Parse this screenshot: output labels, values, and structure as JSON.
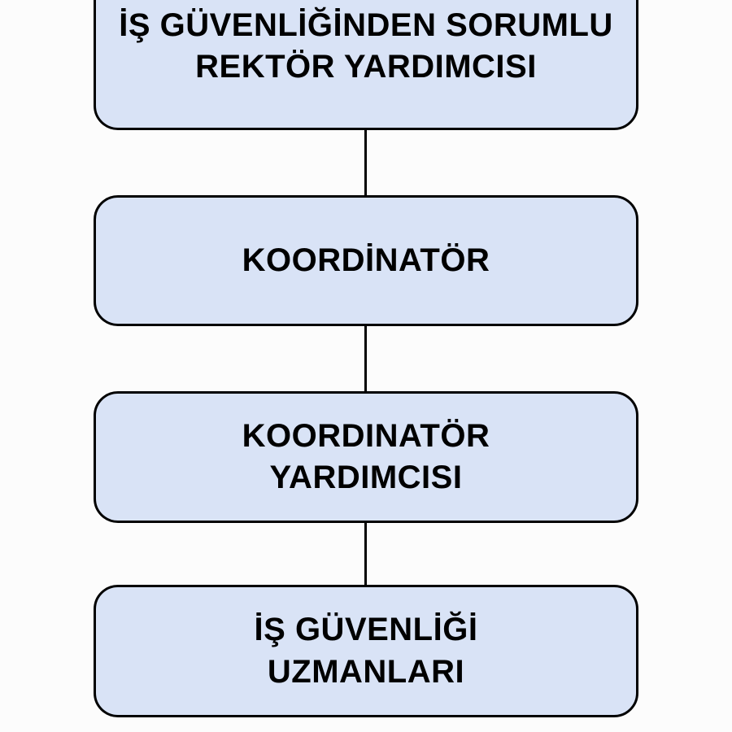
{
  "diagram": {
    "type": "org-chart",
    "direction": "top-down",
    "colors": {
      "background": "#fcfcfc",
      "node_fill": "#d9e3f6",
      "node_border": "#000000",
      "node_text": "#000000",
      "connector": "#000000"
    },
    "nodes": [
      {
        "id": "rektor-yardimcisi",
        "label": "İŞ GÜVENLİĞİNDEN SORUMLU REKTÖR YARDIMCISI",
        "lines": [
          "İŞ GÜVENLİĞİNDEN SORUMLU",
          "REKTÖR YARDIMCISI"
        ]
      },
      {
        "id": "koordinator",
        "label": "KOORDİNATÖR",
        "lines": [
          "KOORDİNATÖR"
        ]
      },
      {
        "id": "koordinator-yardimcisi",
        "label": "KOORDINATÖR YARDIMCISI",
        "lines": [
          "KOORDINATÖR",
          "YARDIMCISI"
        ]
      },
      {
        "id": "is-guvenligi-uzmanlari",
        "label": "İŞ GÜVENLİĞİ UZMANLARI",
        "lines": [
          "İŞ GÜVENLİĞİ",
          "UZMANLARI"
        ]
      }
    ],
    "edges": [
      {
        "from": "rektor-yardimcisi",
        "to": "koordinator"
      },
      {
        "from": "koordinator",
        "to": "koordinator-yardimcisi"
      },
      {
        "from": "koordinator-yardimcisi",
        "to": "is-guvenligi-uzmanlari"
      }
    ]
  }
}
